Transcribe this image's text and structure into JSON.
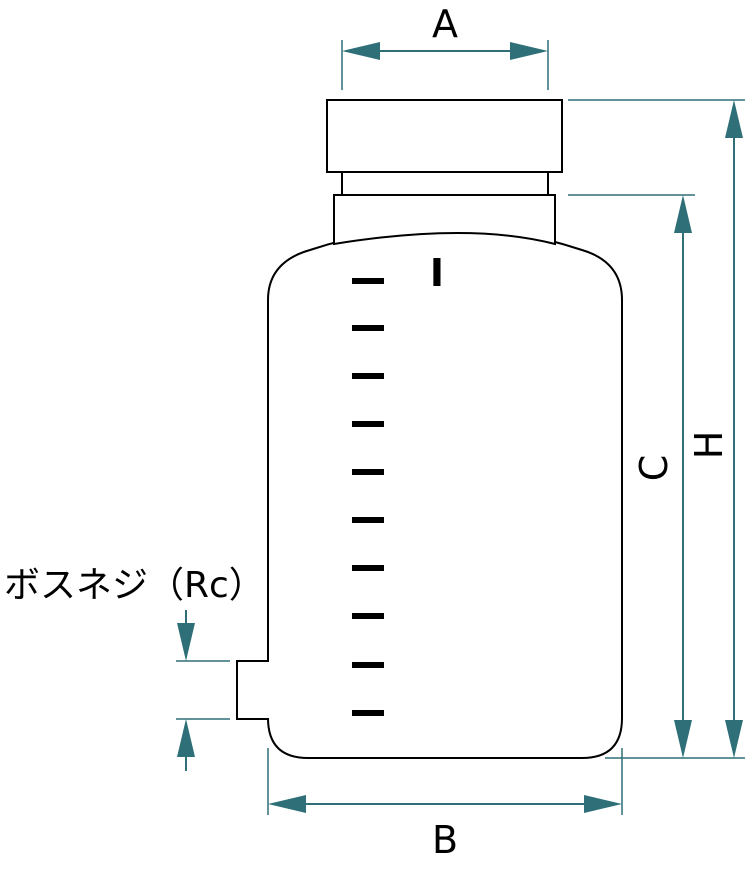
{
  "labels": {
    "a": "A",
    "b": "B",
    "c": "C",
    "h": "H",
    "boss_thread": "ボスネジ（Rc）"
  },
  "bottle": {
    "shoulder_mark": "I"
  },
  "colors": {
    "dimension": "#2e6f78",
    "outline": "#000000"
  }
}
